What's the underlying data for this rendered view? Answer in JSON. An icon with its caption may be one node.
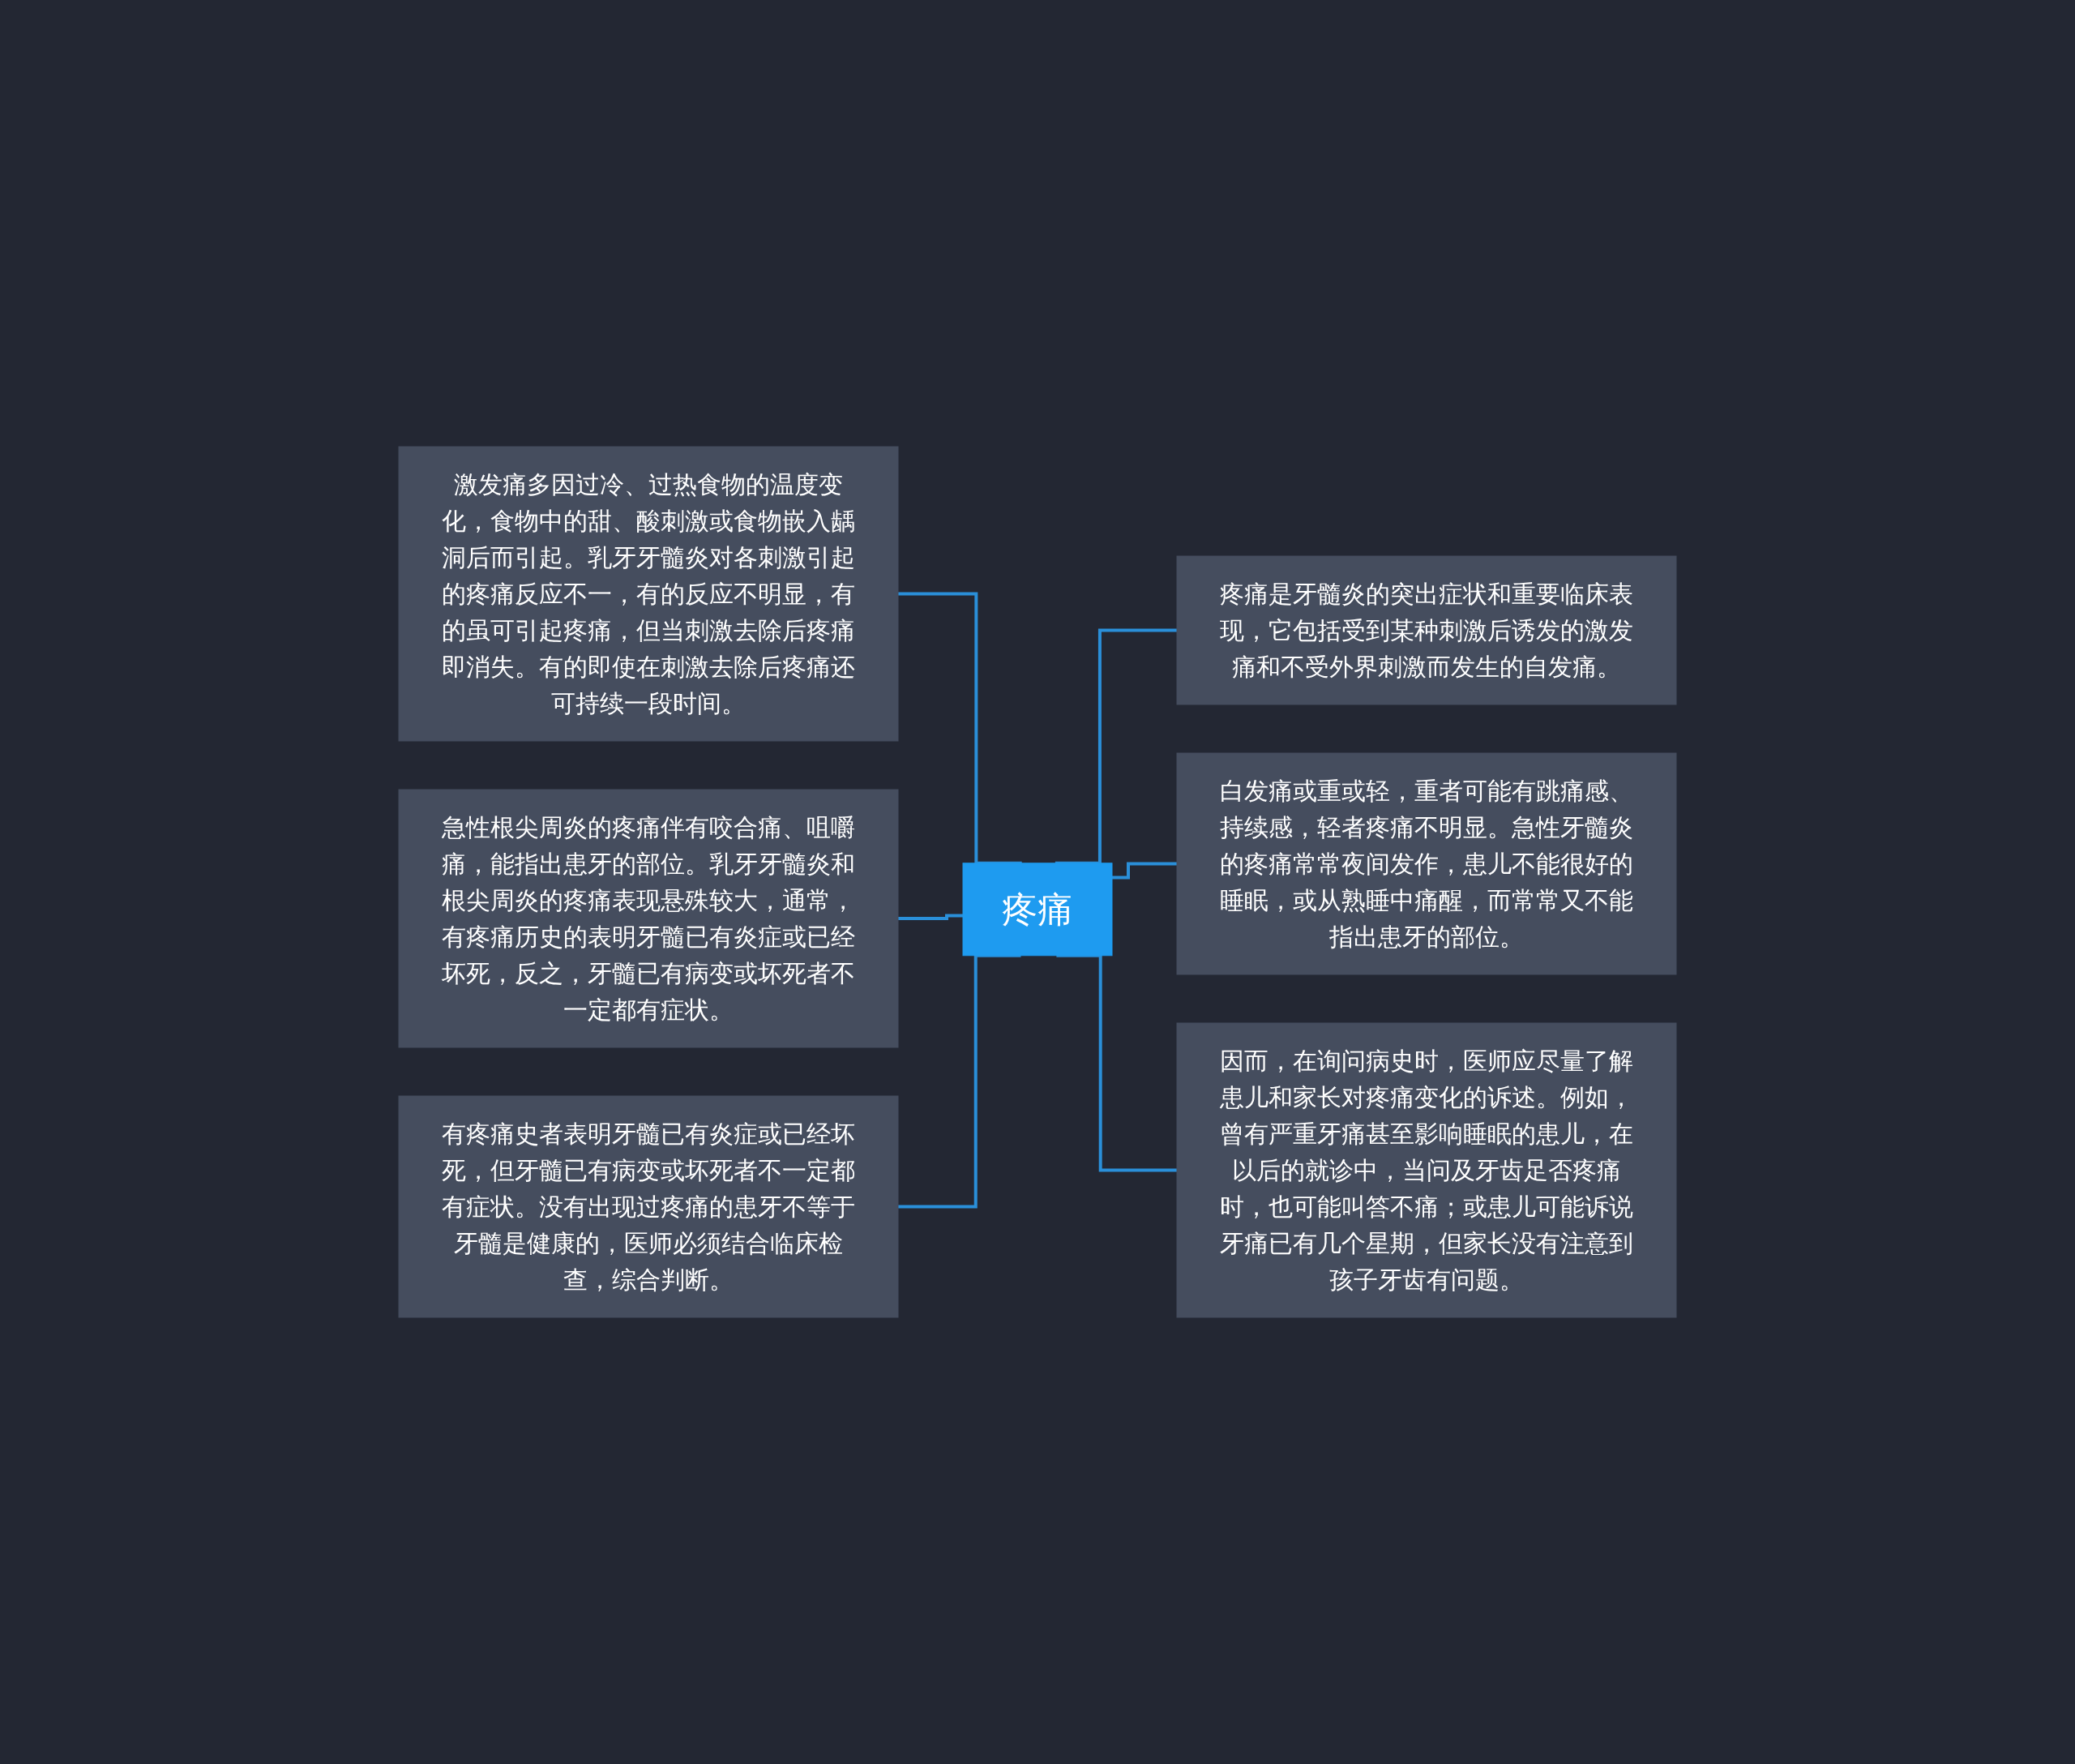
{
  "diagram": {
    "nodes": [
      {
        "text": [
          "疼痛"
        ]
      },
      {
        "text": [
          "激发痛多因过冷、过热食物的温度变化，食物中的甜、酸刺激或食物嵌入龋洞后而引起。乳牙牙髓炎对各刺激引起的疼痛反应不一，有的反应不明显，有的虽可引起疼痛，但当刺激去除后疼痛即消失。有的即使在刺激去除后疼痛还可持续一段时间。"
        ]
      },
      {
        "text": [
          "急性根尖周炎的疼痛伴有咬合痛、咀嚼痛，能指出患牙的部位。乳牙牙髓炎和根尖周炎的疼痛表现悬殊较大，通常，有疼痛历史的表明牙髓已有炎症或已经坏死，反之，牙髓已有病变或坏死者不一定都有症状。"
        ]
      },
      {
        "text": [
          "有疼痛史者表明牙髓已有炎症或已经坏死，但牙髓已有病变或坏死者不一定都有症状。没有出现过疼痛的患牙不等于牙髓是健康的，医师必须结合临床检查，综合判断。"
        ]
      },
      {
        "text": [
          "疼痛是牙髓炎的突出症状和重要临床表现，它包括受到某种刺激后诱发的激发痛和不受外界刺激而发生的自发痛。"
        ]
      },
      {
        "text": [
          "白发痛或重或轻，重者可能有跳痛感、持续感，轻者疼痛不明显。急性牙髓炎的疼痛常常夜间发作，患儿不能很好的睡眠，或从熟睡中痛醒，而常常又不能指出患牙的部位。"
        ]
      },
      {
        "text": [
          "因而，在询问病史时，医师应尽量了解患儿和家长对疼痛变化的诉述。例如，曾有严重牙痛甚至影响睡眠的患儿，在以后的就诊中，当问及牙齿足否疼痛时，也可能叫答不痛；或患儿可能诉说牙痛已有几个星期，但家长没有注意到孩子牙齿有问题。"
        ]
      }
    ],
    "edges": [
      {
        "from": 1,
        "to": 0,
        "arrow": "none"
      },
      {
        "from": 2,
        "to": 0,
        "arrow": "none"
      },
      {
        "from": 3,
        "to": 0,
        "arrow": "none"
      },
      {
        "from": 0,
        "to": 4,
        "arrow": "none"
      },
      {
        "from": 0,
        "to": 5,
        "arrow": "none"
      },
      {
        "from": 0,
        "to": 6,
        "arrow": "none"
      }
    ]
  }
}
